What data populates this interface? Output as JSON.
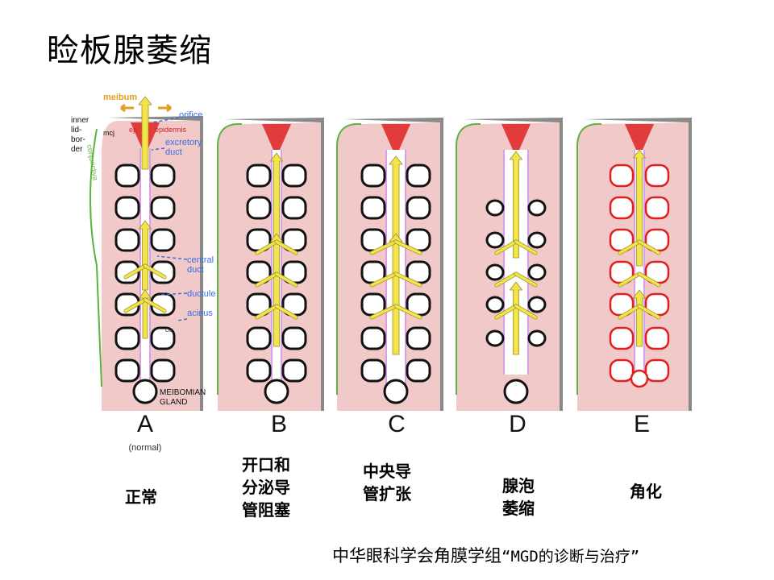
{
  "title": "睑板腺萎缩",
  "panels": [
    {
      "letter": "A",
      "caption": "正常"
    },
    {
      "letter": "B",
      "caption": "开口和\n分泌导\n管阻塞"
    },
    {
      "letter": "C",
      "caption": "中央导\n管扩张"
    },
    {
      "letter": "D",
      "caption": "腺泡\n萎缩"
    },
    {
      "letter": "E",
      "caption": "角化"
    }
  ],
  "normal_note": "(normal)",
  "labels": {
    "meibum": "meibum",
    "orifice": "orifice",
    "inner_lid_border": "inner\nlid-\nbor-\nder",
    "mcj": "mcj",
    "ep": "ep",
    "epidermis": "epidermis",
    "excretory_duct": "excretory\nduct",
    "conjunctiva": "conjunctiva",
    "central_duct": "central\nduct",
    "ductule": "ductule",
    "acinus": "acinus",
    "ce": "ce",
    "meibomian_gland": "MEIBOMIAN\nGLAND"
  },
  "source": {
    "prefix": "中华眼科学会角膜学组",
    "quote": "“MGD的诊断与治疗”"
  },
  "colors": {
    "tissue": "#f2c9c9",
    "edge": "#7a7a7a",
    "conjunctiva": "#5db33f",
    "orifice": "#e23b3b",
    "duct": "#ffffff",
    "duct_outline": "#d9a0e8",
    "acinus_outline": "#111111",
    "keratin_outline": "#e02020",
    "arrow": "#f3e44a",
    "arrow_outline": "#9a8f2a",
    "annot_blue": "#3a6de0",
    "annot_red": "#d02020",
    "meibum": "#e0a020"
  }
}
